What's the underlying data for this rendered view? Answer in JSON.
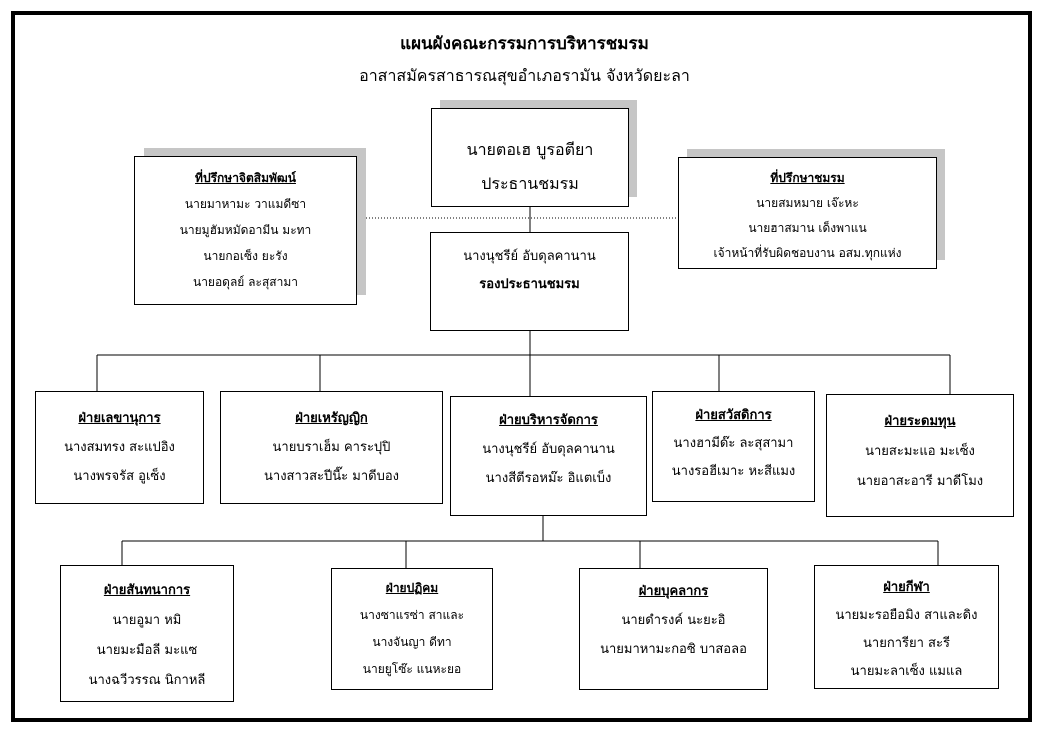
{
  "header": {
    "title": "แผนผังคณะกรรมการบริหารชมรม",
    "subtitle": "อาสาสมัครสาธารณสุขอำเภอรามัน จังหวัดยะลา"
  },
  "president": {
    "name": "นายตอเฮ บูรอตียา",
    "role": "ประธานชมรม"
  },
  "vice_president": {
    "name": "นางนุชรีย์ อับดุลคานาน",
    "role": "รองประธานชมรม"
  },
  "advisors_left": {
    "title": "ที่ปรึกษาจิตสิมพัฒน์",
    "members": [
      "นายมาหามะ วาแมดีซา",
      "นายมูฮัมหมัดอามีน มะทา",
      "นายกอเซ็ง ยะรัง",
      "นายอดุลย์ ละสุสามา"
    ]
  },
  "advisors_right": {
    "title": "ที่ปรึกษาชมรม",
    "members": [
      "นายสมหมาย เจ๊ะหะ",
      "นายฮาสมาน เด็งพาแน",
      "เจ้าหน้าที่รับผิดชอบงาน อสม.ทุกแห่ง"
    ]
  },
  "departments": [
    {
      "title": "ฝ่ายเลขานุการ",
      "members": [
        "นางสมทรง สะแปอิง",
        "นางพรจรัส อูเซ็ง"
      ]
    },
    {
      "title": "ฝ่ายเหรัญญิก",
      "members": [
        "นายบราเฮ็ม คาระปุปิ",
        "นางสาวสะปีนี๊ะ มาดีบอง"
      ]
    },
    {
      "title": "ฝ่ายบริหารจัดการ",
      "members": [
        "นางนุชรีย์ อับดุลคานาน",
        "นางสีตีรอหม๊ะ อิแตเบ็ง"
      ]
    },
    {
      "title": "ฝ่ายสวัสดิการ",
      "members": [
        "นางฮามีด๊ะ ละสุสามา",
        "นางรอฮีเมาะ หะสีแมง"
      ]
    },
    {
      "title": "ฝ่ายระดมทุน",
      "members": [
        "นายสะมะแอ มะเซ็ง",
        "นายอาสะอารี มาดีโมง"
      ]
    }
  ],
  "sub_departments": [
    {
      "title": "ฝ่ายสันทนาการ",
      "members": [
        "นายอูมา หมิ",
        "นายมะมือลี มะแซ",
        "นางฉวีวรรณ นิกาหลี"
      ]
    },
    {
      "title": "ฝ่ายปฏิคม",
      "members": [
        "นางซาแรซ่า สาและ",
        "นางจันญา ดีทา",
        "นายยูโซ๊ะ แนหะยอ"
      ]
    },
    {
      "title": "ฝ่ายบุคลากร",
      "members": [
        "นายดำรงค์ นะยะอิ",
        "นายมาหามะกอซิ บาสอลอ"
      ]
    },
    {
      "title": "ฝ่ายกีฬา",
      "members": [
        "นายมะรอยือมิง สาและดิง",
        "นายการียา สะรี",
        "นายมะลาเซ็ง แมแล"
      ]
    }
  ]
}
